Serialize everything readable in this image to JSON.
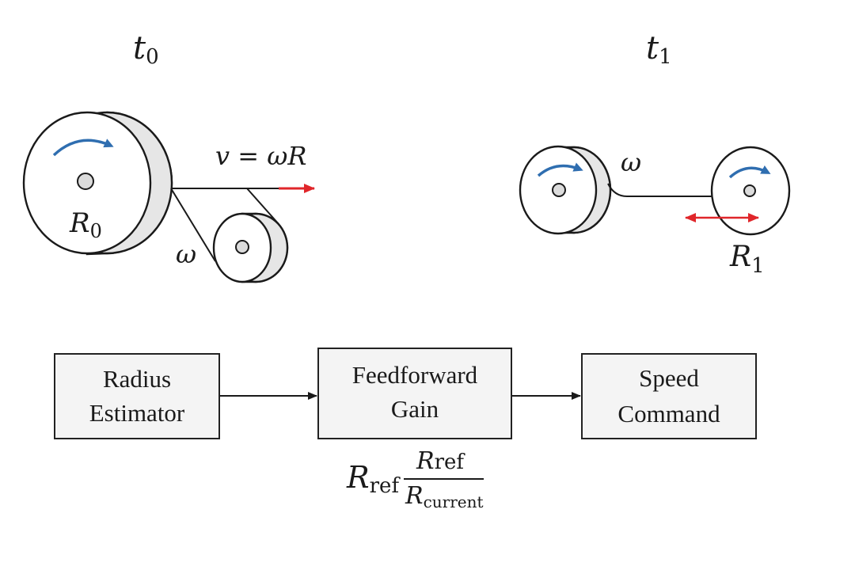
{
  "labels": {
    "t0": {
      "base": "t",
      "sub": "0"
    },
    "t1": {
      "base": "t",
      "sub": "1"
    },
    "velocity": "v = ωR",
    "omega": "ω",
    "R0": {
      "base": "R",
      "sub": "0"
    },
    "R1": {
      "base": "R",
      "sub": "1"
    }
  },
  "blocks": [
    {
      "line1": "Radius",
      "line2": "Estimator"
    },
    {
      "line1": "Feedforward",
      "line2": "Gain"
    },
    {
      "line1": "Speed",
      "line2": "Command"
    }
  ],
  "formula": {
    "lead_base": "R",
    "lead_sub": "ref",
    "num_base": "R",
    "num_sub": "ref",
    "den_base": "R",
    "den_sub": "current"
  },
  "colors": {
    "rotation_arrow": "#2f6eb0",
    "velocity_arrow": "#e0262a",
    "radius_arrow": "#e0262a",
    "line": "#1a1a1a"
  }
}
